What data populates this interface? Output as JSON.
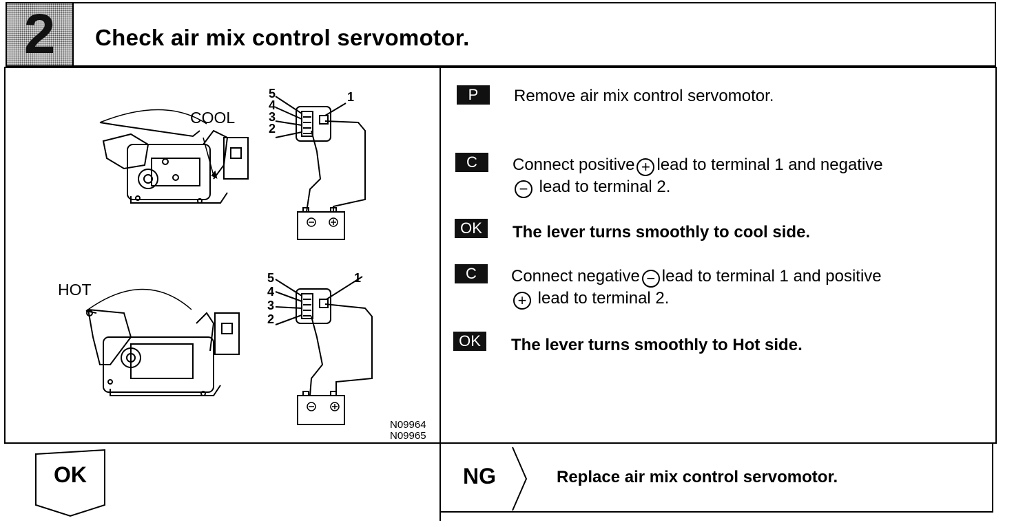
{
  "header": {
    "step_number": "2",
    "title": "Check air mix control servomotor."
  },
  "figure": {
    "cool_label": "COOL",
    "hot_label": "HOT",
    "terminal_numbers": [
      "5",
      "4",
      "3",
      "2",
      "1"
    ],
    "battery_minus": "⊖",
    "battery_plus": "⊕",
    "figure_codes": [
      "N09964",
      "N09965"
    ]
  },
  "instructions": [
    {
      "tag": "P",
      "text": "Remove air mix control servomotor."
    },
    {
      "tag": "C",
      "line1_a": "Connect positive",
      "line1_sym": "+",
      "line1_b": "lead to terminal 1 and negative",
      "line2_sym": "−",
      "line2_b": "lead to terminal 2."
    },
    {
      "tag": "OK",
      "text": "The lever turns smoothly to cool side."
    },
    {
      "tag": "C",
      "line1_a": "Connect negative",
      "line1_sym": "−",
      "line1_b": "lead to terminal 1 and positive",
      "line2_sym": "+",
      "line2_b": "lead to terminal 2."
    },
    {
      "tag": "OK",
      "text": "The lever turns smoothly to Hot side."
    }
  ],
  "result": {
    "ok_label": "OK",
    "ng_label": "NG",
    "ng_action": "Replace air mix control servomotor."
  }
}
